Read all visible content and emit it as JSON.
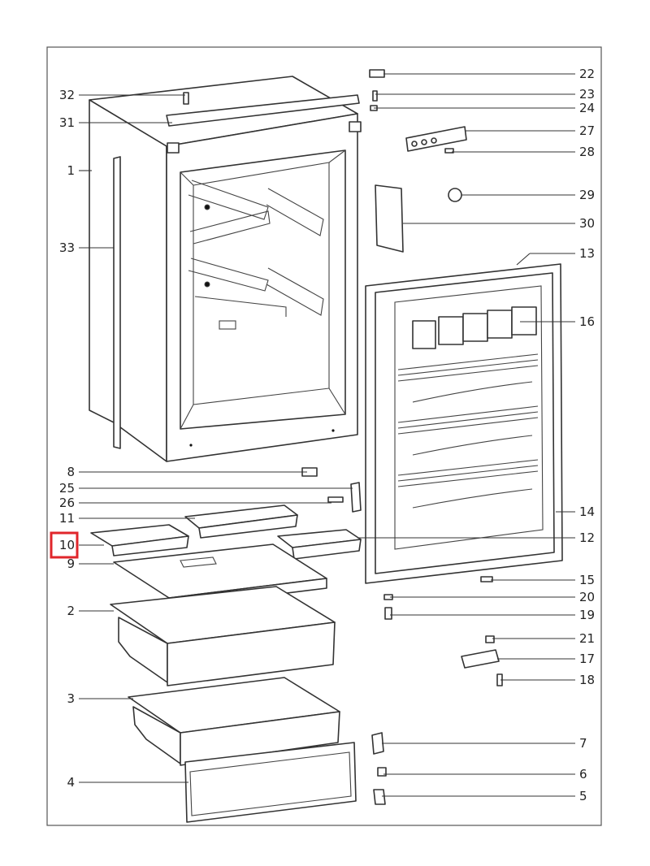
{
  "diagram": {
    "type": "exploded-parts-view",
    "callouts_left": [
      "32",
      "31",
      "1",
      "33",
      "8",
      "25",
      "26",
      "11",
      "10",
      "9",
      "2",
      "3",
      "4"
    ],
    "callouts_right": [
      "22",
      "23",
      "24",
      "27",
      "28",
      "29",
      "30",
      "13",
      "16",
      "14",
      "12",
      "15",
      "20",
      "19",
      "21",
      "17",
      "18",
      "7",
      "6",
      "5"
    ],
    "highlighted_callout": "10",
    "highlight_color": "#e0262b",
    "line_color": "#333333"
  }
}
